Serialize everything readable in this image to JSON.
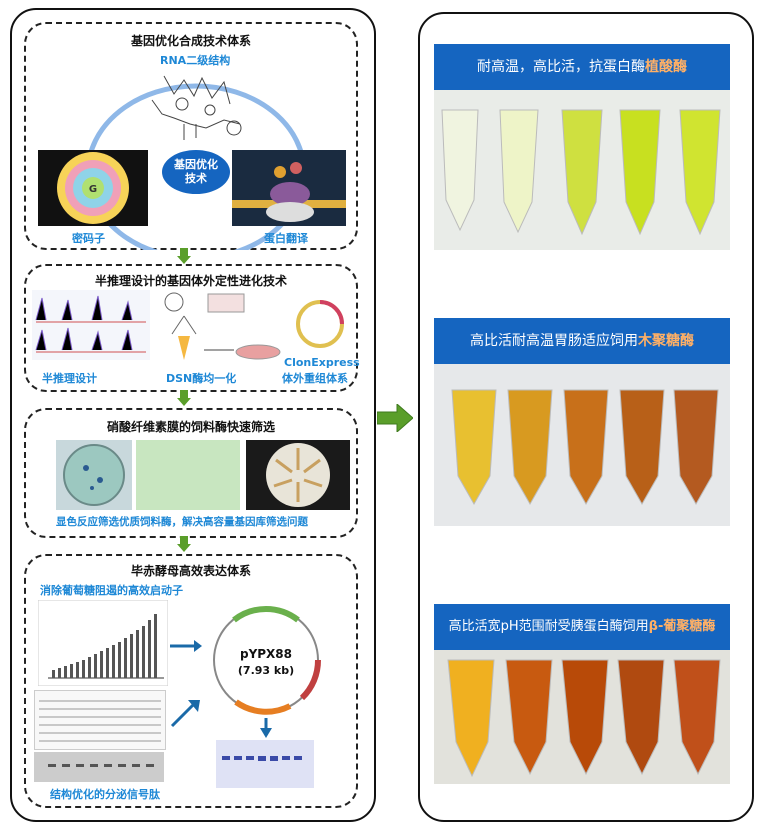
{
  "left": {
    "s1": {
      "title": "基因优化合成技术体系",
      "rna_label": "RNA二级结构",
      "center_label_1": "基因优化",
      "center_label_2": "技术",
      "codon_label": "密码子",
      "translation_label": "蛋白翻译"
    },
    "s2": {
      "title": "半推理设计的基因体外定性进化技术",
      "label_a": "半推理设计",
      "label_b": "DSN酶均一化",
      "label_c1": "ClonExpress",
      "label_c2": "体外重组体系"
    },
    "s3": {
      "title": "硝酸纤维素膜的饲料酶快速筛选",
      "caption": "显色反应筛选优质饲料酶，解决高容量基因库筛选问题"
    },
    "s4": {
      "title": "毕赤酵母高效表达体系",
      "promoter_label": "消除葡萄糖阻遏的高效启动子",
      "plasmid_name": "pYPX88",
      "plasmid_size": "(7.93 kb)",
      "signal_label": "结构优化的分泌信号肽"
    }
  },
  "right": {
    "b1_text": "耐高温，高比活，抗蛋白酶",
    "b1_hl": "植酸酶",
    "b2_text": "高比活耐高温胃肠适应饲用",
    "b2_hl": "木聚糖酶",
    "b3_text": "高比活宽pH范围耐受胰蛋白酶饲用",
    "b3_hl": "β-葡聚糖酶"
  },
  "colors": {
    "banner": "#1565c0",
    "highlight": "#ffb066",
    "label_blue": "#1e88d6",
    "arrow_green": "#5a9e2a"
  }
}
